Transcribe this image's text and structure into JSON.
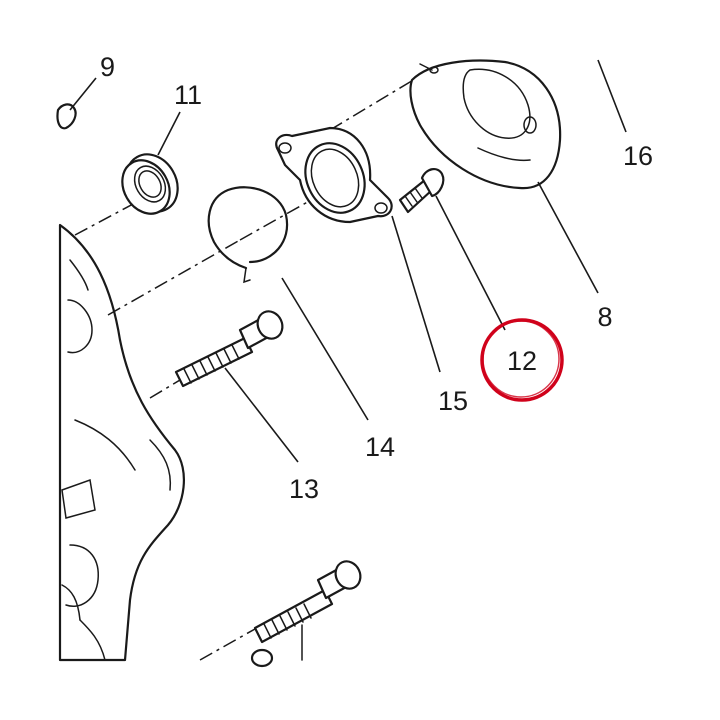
{
  "callouts": [
    {
      "id": "c9",
      "label": "9"
    },
    {
      "id": "c11",
      "label": "11"
    },
    {
      "id": "c16",
      "label": "16"
    },
    {
      "id": "c8",
      "label": "8"
    },
    {
      "id": "c12",
      "label": "12"
    },
    {
      "id": "c15",
      "label": "15"
    },
    {
      "id": "c14",
      "label": "14"
    },
    {
      "id": "c13",
      "label": "13"
    }
  ],
  "highlight": {
    "target": "12",
    "color": "#d0021b"
  },
  "line_color": "#1a1a1a"
}
